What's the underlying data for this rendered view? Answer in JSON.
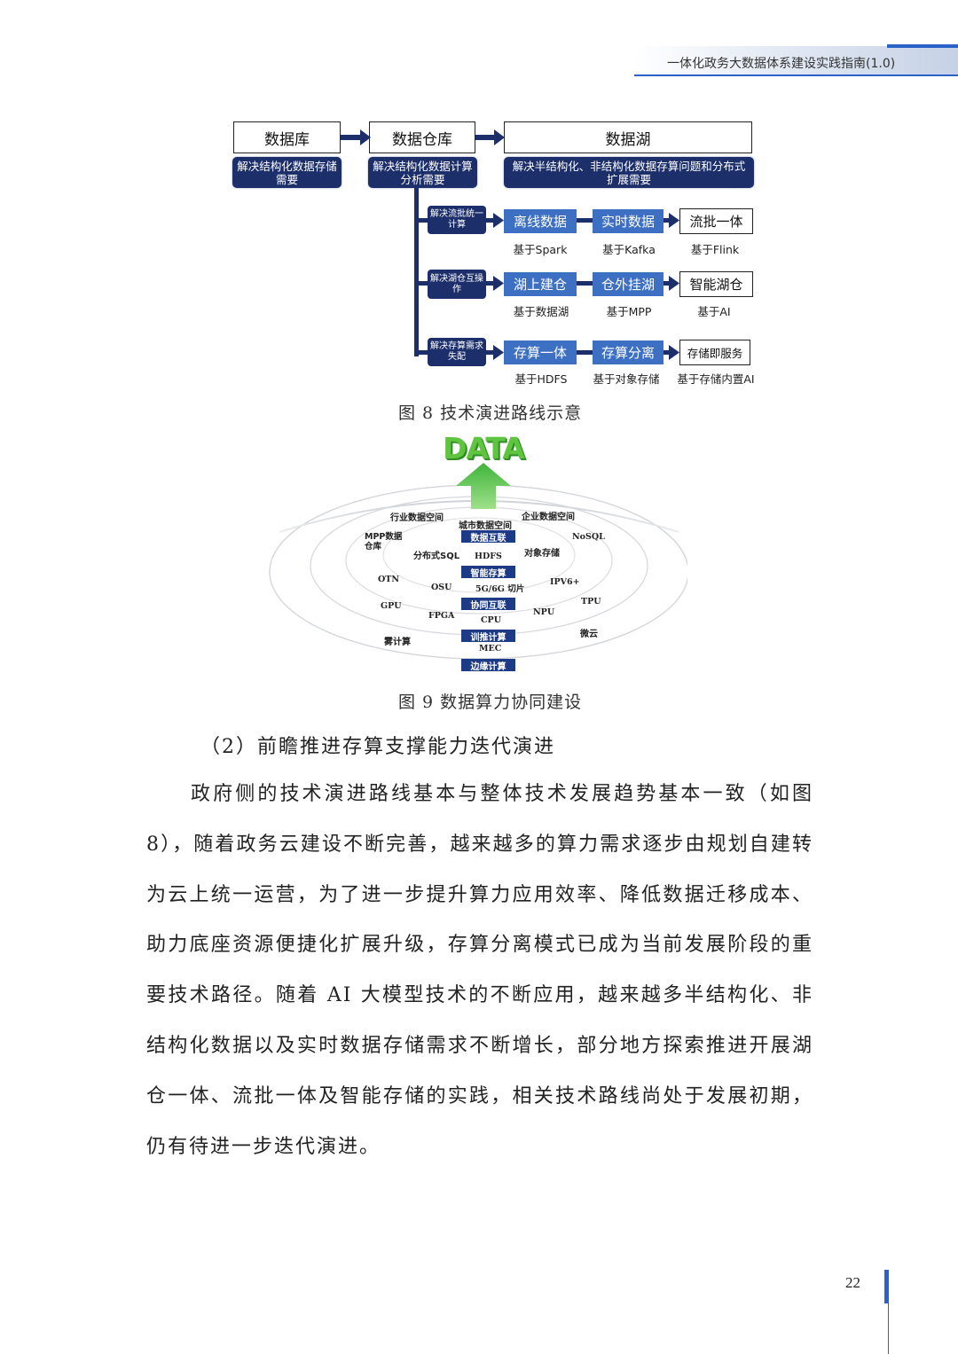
{
  "header": {
    "title": "一体化政务大数据体系建设实践指南(1.0)"
  },
  "figure8": {
    "caption": "图 8  技术演进路线示意",
    "stages": [
      {
        "title": "数据库",
        "desc": "解决结构化数据存储需要"
      },
      {
        "title": "数据仓库",
        "desc": "解决结构化数据计算分析需要"
      },
      {
        "title": "数据湖",
        "desc": "解决半结构化、非结构化数据存算问题和分布式扩展需要"
      }
    ],
    "rows": [
      {
        "label": "解决流批统一计算",
        "steps": [
          "离线数据",
          "实时数据",
          "流批一体"
        ],
        "bases": [
          "基于Spark",
          "基于Kafka",
          "基于Flink"
        ]
      },
      {
        "label": "解决湖仓互操作",
        "steps": [
          "湖上建仓",
          "仓外挂湖",
          "智能湖仓"
        ],
        "bases": [
          "基于数据湖",
          "基于MPP",
          "基于AI"
        ]
      },
      {
        "label": "解决存算需求失配",
        "steps": [
          "存算一体",
          "存算分离",
          "存储即服务"
        ],
        "bases": [
          "基于HDFS",
          "基于对象存储",
          "基于存储内置AI"
        ]
      }
    ]
  },
  "figure9": {
    "caption": "图 9  数据算力协同建设",
    "logo_text": "DATA",
    "spaces": {
      "industry": "行业数据空间",
      "city": "城市数据空间",
      "enterprise": "企业数据空间"
    },
    "center_labels": [
      "数据互联",
      "智能存算",
      "协同互联",
      "训推计算",
      "边缘计算"
    ],
    "center_texts": [
      "HDFS",
      "5G/6G 切片",
      "CPU",
      "MEC"
    ],
    "left_terms": {
      "mpp": "MPP数据仓库",
      "dsql": "分布式SQL",
      "otn": "OTN",
      "osu": "OSU",
      "gpu": "GPU",
      "fpga": "FPGA",
      "fog": "雾计算"
    },
    "right_terms": {
      "nosql": "NoSQL",
      "obj": "对象存储",
      "ipv6": "IPV6+",
      "npu": "NPU",
      "tpu": "TPU",
      "micro": "微云"
    }
  },
  "section": {
    "heading": "（2）前瞻推进存算支撑能力迭代演进",
    "paragraph": "政府侧的技术演进路线基本与整体技术发展趋势基本一致（如图8），随着政务云建设不断完善，越来越多的算力需求逐步由规划自建转为云上统一运营，为了进一步提升算力应用效率、降低数据迁移成本、助力底座资源便捷化扩展升级，存算分离模式已成为当前发展阶段的重要技术路径。随着 AI 大模型技术的不断应用，越来越多半结构化、非结构化数据以及实时数据存储需求不断增长，部分地方探索推进开展湖仓一体、流批一体及智能存储的实践，相关技术路线尚处于发展初期，仍有待进一步迭代演进。"
  },
  "page_number": "22",
  "colors": {
    "navy": "#1d2f6b",
    "blue": "#3d6fc2",
    "accent": "#2a62c8",
    "green": "#3fb43a"
  }
}
